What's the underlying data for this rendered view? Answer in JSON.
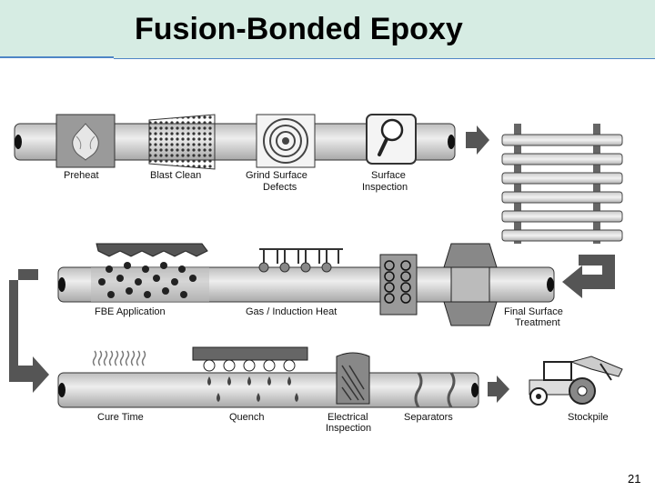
{
  "title": "Fusion-Bonded Epoxy",
  "page_number": "21",
  "stages": {
    "preheat": "Preheat",
    "blast_clean": "Blast Clean",
    "grind_1": "Grind Surface",
    "grind_2": "Defects",
    "surface_insp_1": "Surface",
    "surface_insp_2": "Inspection",
    "fbe_application": "FBE Application",
    "gas_induction": "Gas / Induction Heat",
    "final_surface_1": "Final Surface",
    "final_surface_2": "Treatment",
    "cure_time": "Cure Time",
    "quench": "Quench",
    "electrical_1": "Electrical",
    "electrical_2": "Inspection",
    "separators": "Separators",
    "stockpile": "Stockpile"
  },
  "colors": {
    "title_bg": "#d6ece3",
    "rule": "#4f86c6",
    "pipe": "#d9d9d9",
    "dark": "#555555"
  }
}
